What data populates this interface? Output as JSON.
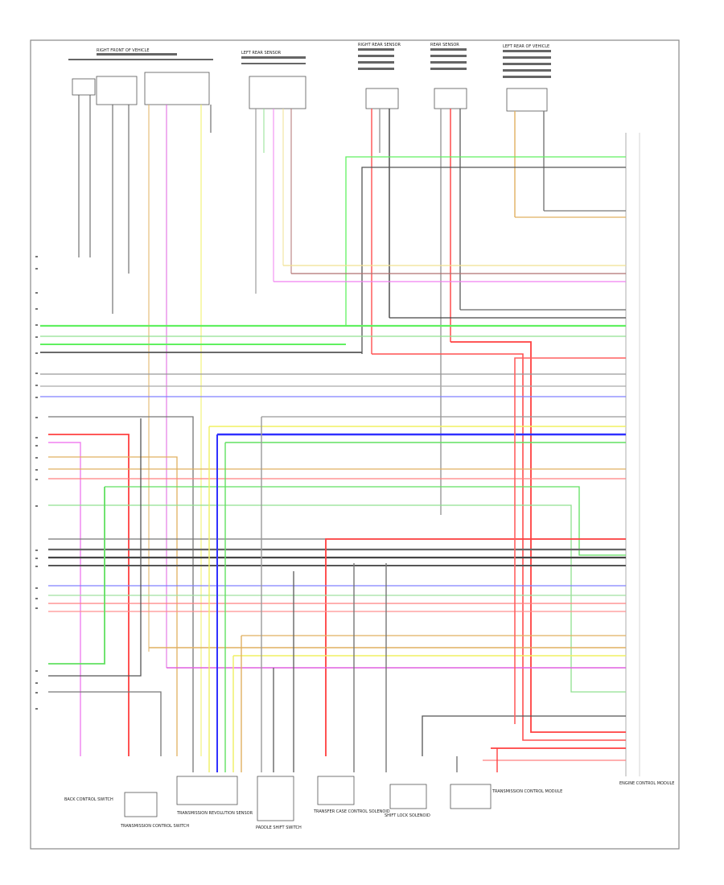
{
  "diagram": {
    "footer_code": "",
    "bottom_components": [
      {
        "id": "c1",
        "label": "BACK CONTROL SWITCH"
      },
      {
        "id": "c2",
        "label": "TRANSMISSION CONTROL SWITCH"
      },
      {
        "id": "c3",
        "label": "TRANSMISSION REVOLUTION SENSOR"
      },
      {
        "id": "c4",
        "label": "PADDLE SHIFT SWITCH"
      },
      {
        "id": "c5",
        "label": "TRANSFER CASE CONTROL SOLENOID"
      },
      {
        "id": "c6",
        "label": "SHIFT LOCK SOLENOID"
      },
      {
        "id": "c7",
        "label": "TRANSMISSION CONTROL MODULE"
      },
      {
        "id": "c8",
        "label": "ENGINE CONTROL MODULE"
      }
    ],
    "top_components": [
      {
        "id": "t1",
        "label": "RIGHT FRONT OF VEHICLE"
      },
      {
        "id": "t2",
        "label": "LEFT REAR SENSOR"
      },
      {
        "id": "t3",
        "label": "RIGHT REAR SENSOR"
      },
      {
        "id": "t4",
        "label": "REAR SENSOR"
      },
      {
        "id": "t5",
        "label": "LEFT REAR OF VEHICLE"
      }
    ]
  }
}
